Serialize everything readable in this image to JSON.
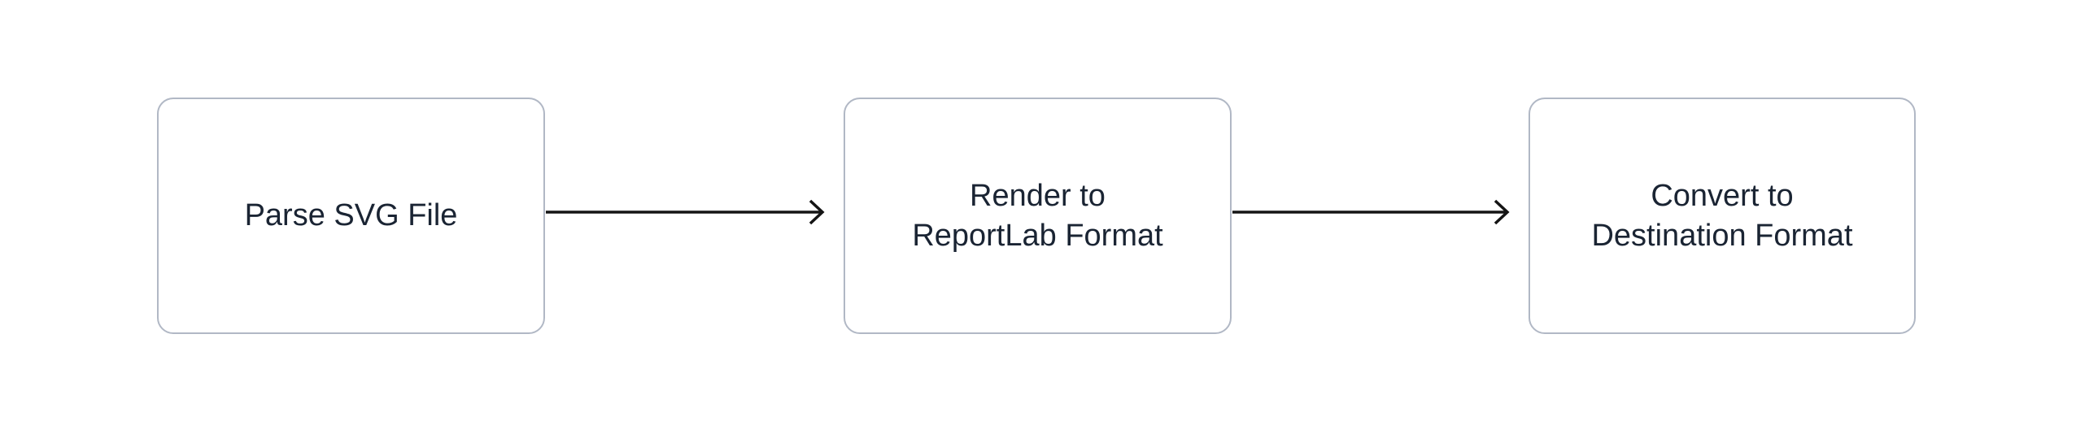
{
  "diagram": {
    "type": "flowchart",
    "direction": "left-to-right",
    "nodes": [
      {
        "id": "parse-svg-file",
        "label": [
          "Parse SVG File"
        ]
      },
      {
        "id": "render-reportlab",
        "label": [
          "Render to",
          "ReportLab Format"
        ]
      },
      {
        "id": "convert-dest",
        "label": [
          "Convert to",
          "Destination Format"
        ]
      }
    ],
    "edges": [
      {
        "from": "parse-svg-file",
        "to": "render-reportlab"
      },
      {
        "from": "render-reportlab",
        "to": "convert-dest"
      }
    ],
    "colors": {
      "background": "#ffffff",
      "node_fill_center": "#ffffff",
      "node_fill_edge": "#f2f3f5",
      "node_border": "#b1b8c5",
      "text": "#1a2433",
      "arrow": "#141414"
    }
  }
}
